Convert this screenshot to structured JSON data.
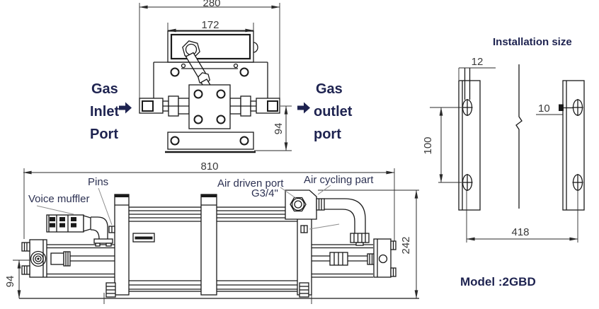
{
  "colors": {
    "background": "#ffffff",
    "drawing_line": "#1a1a1a",
    "label_text": "#1e2350",
    "tech_label_text": "#2c3152",
    "dimension_text": "#3a3a3a",
    "leader_line": "#8c8c8c"
  },
  "icons": {
    "flow_arrow": "right-arrow"
  },
  "top_view": {
    "dim_overall_width": "280",
    "dim_inner_width": "172",
    "dim_port_height": "94",
    "gas_inlet": [
      "Gas",
      "Inlet",
      "Port"
    ],
    "gas_outlet": [
      "Gas",
      "outlet",
      "port"
    ]
  },
  "side_view": {
    "dim_overall_length": "810",
    "dim_overall_height": "242",
    "dim_center_height": "94",
    "label_pins": "Pins",
    "label_voice_muffler": "Voice muffler",
    "label_air_driven_port": "Air driven port",
    "label_air_driven_port_thread": "G3/4\"",
    "label_air_cycling_part": "Air cycling part"
  },
  "installation_view": {
    "title": "Installation size",
    "dim_slot_width": "12",
    "dim_slot_notch": "10",
    "dim_slot_spacing": "100",
    "dim_mounting_distance": "418"
  },
  "model": {
    "label": "Model :2GBD"
  }
}
